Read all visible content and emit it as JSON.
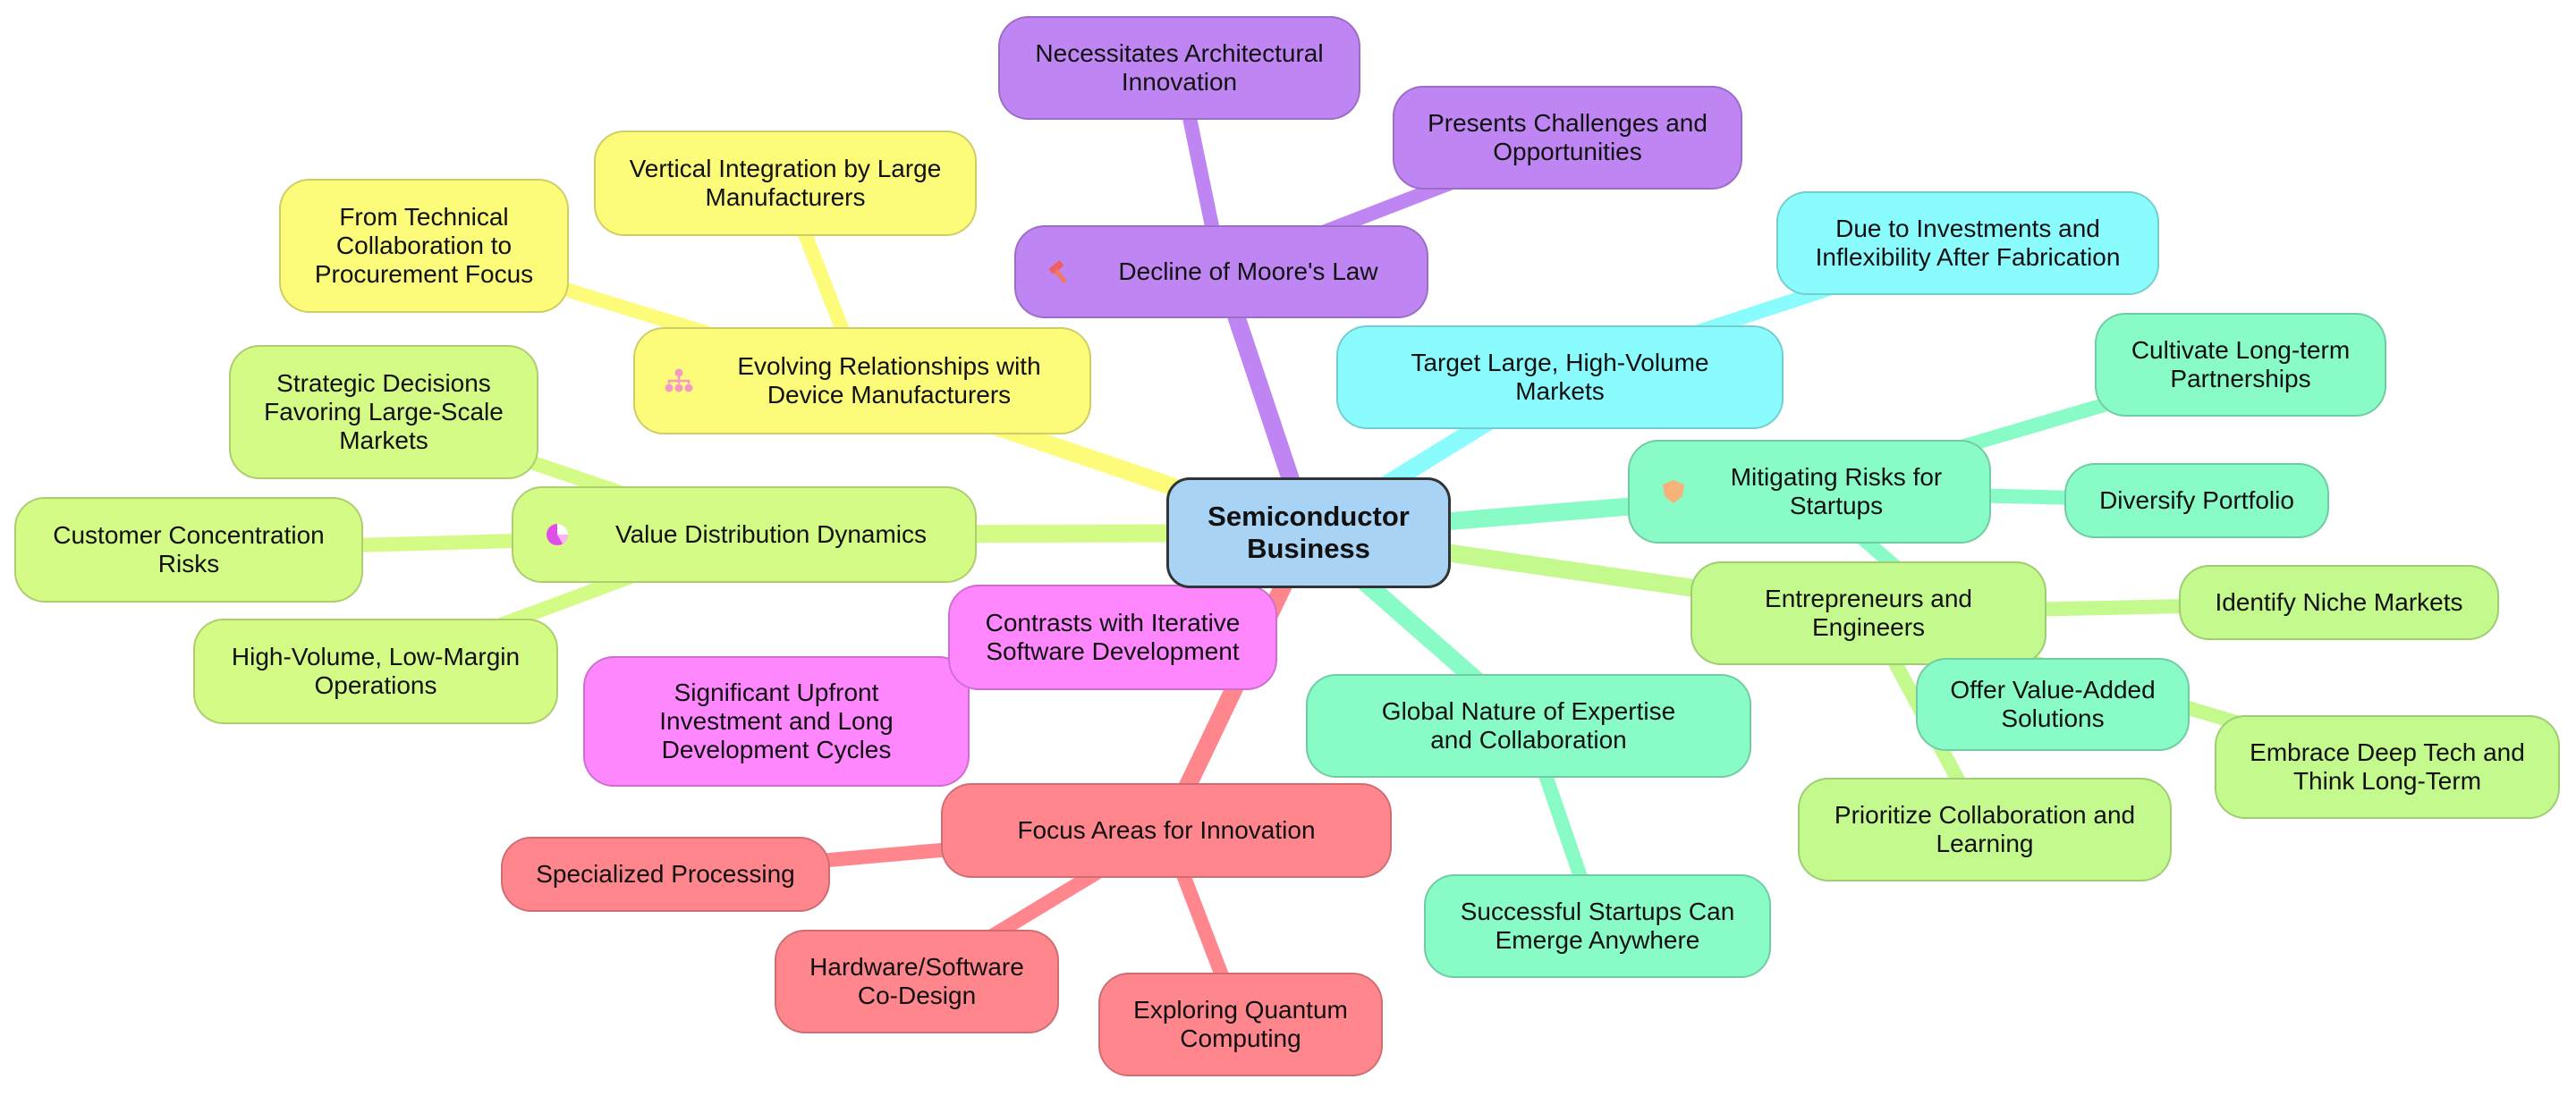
{
  "colors": {
    "root": "#a8d3f5",
    "purple": "#bf85f3",
    "yellow": "#fcfc7a",
    "lime": "#d5fb87",
    "cyan": "#8bfcfd",
    "mint": "#89fbc7",
    "green": "#c4f98e",
    "pink": "#fe87fd",
    "red": "#fe868c"
  },
  "icons": {
    "moore": "hammer-icon",
    "relationships": "org-chart-icon",
    "value": "pie-chart-icon",
    "risks": "shield-icon"
  },
  "nodes": {
    "root": "Semiconductor\nBusiness",
    "moore": "Decline of Moore's Law",
    "moore_arch": "Necessitates Architectural\nInnovation",
    "moore_challenges": "Presents Challenges and\nOpportunities",
    "target": "Target Large, High-Volume\nMarkets",
    "target_due": "Due to Investments and\nInflexibility After Fabrication",
    "risks": "Mitigating Risks for\nStartups",
    "risks_partner": "Cultivate Long-term\nPartnerships",
    "risks_diversify": "Diversify Portfolio",
    "risks_value": "Offer Value-Added\nSolutions",
    "entre": "Entrepreneurs and\nEngineers",
    "entre_niche": "Identify Niche Markets",
    "entre_deep": "Embrace Deep Tech and\nThink Long-Term",
    "entre_collab": "Prioritize Collaboration and\nLearning",
    "global": "Global Nature of Expertise\nand Collaboration",
    "global_startups": "Successful Startups Can\nEmerge Anywhere",
    "focus": "Focus Areas for Innovation",
    "focus_specialized": "Specialized Processing",
    "focus_codesign": "Hardware/Software\nCo-Design",
    "focus_quantum": "Exploring Quantum\nComputing",
    "contrasts": "Contrasts with Iterative\nSoftware Development",
    "contrasts_upfront": "Significant Upfront\nInvestment and Long\nDevelopment Cycles",
    "value": "Value Distribution Dynamics",
    "value_strategic": "Strategic Decisions\nFavoring Large-Scale\nMarkets",
    "value_customer": "Customer Concentration\nRisks",
    "value_highvol": "High-Volume, Low-Margin\nOperations",
    "relationships": "Evolving Relationships with\nDevice Manufacturers",
    "rel_technical": "From Technical\nCollaboration to\nProcurement Focus",
    "rel_vertical": "Vertical Integration by Large\nManufacturers"
  }
}
